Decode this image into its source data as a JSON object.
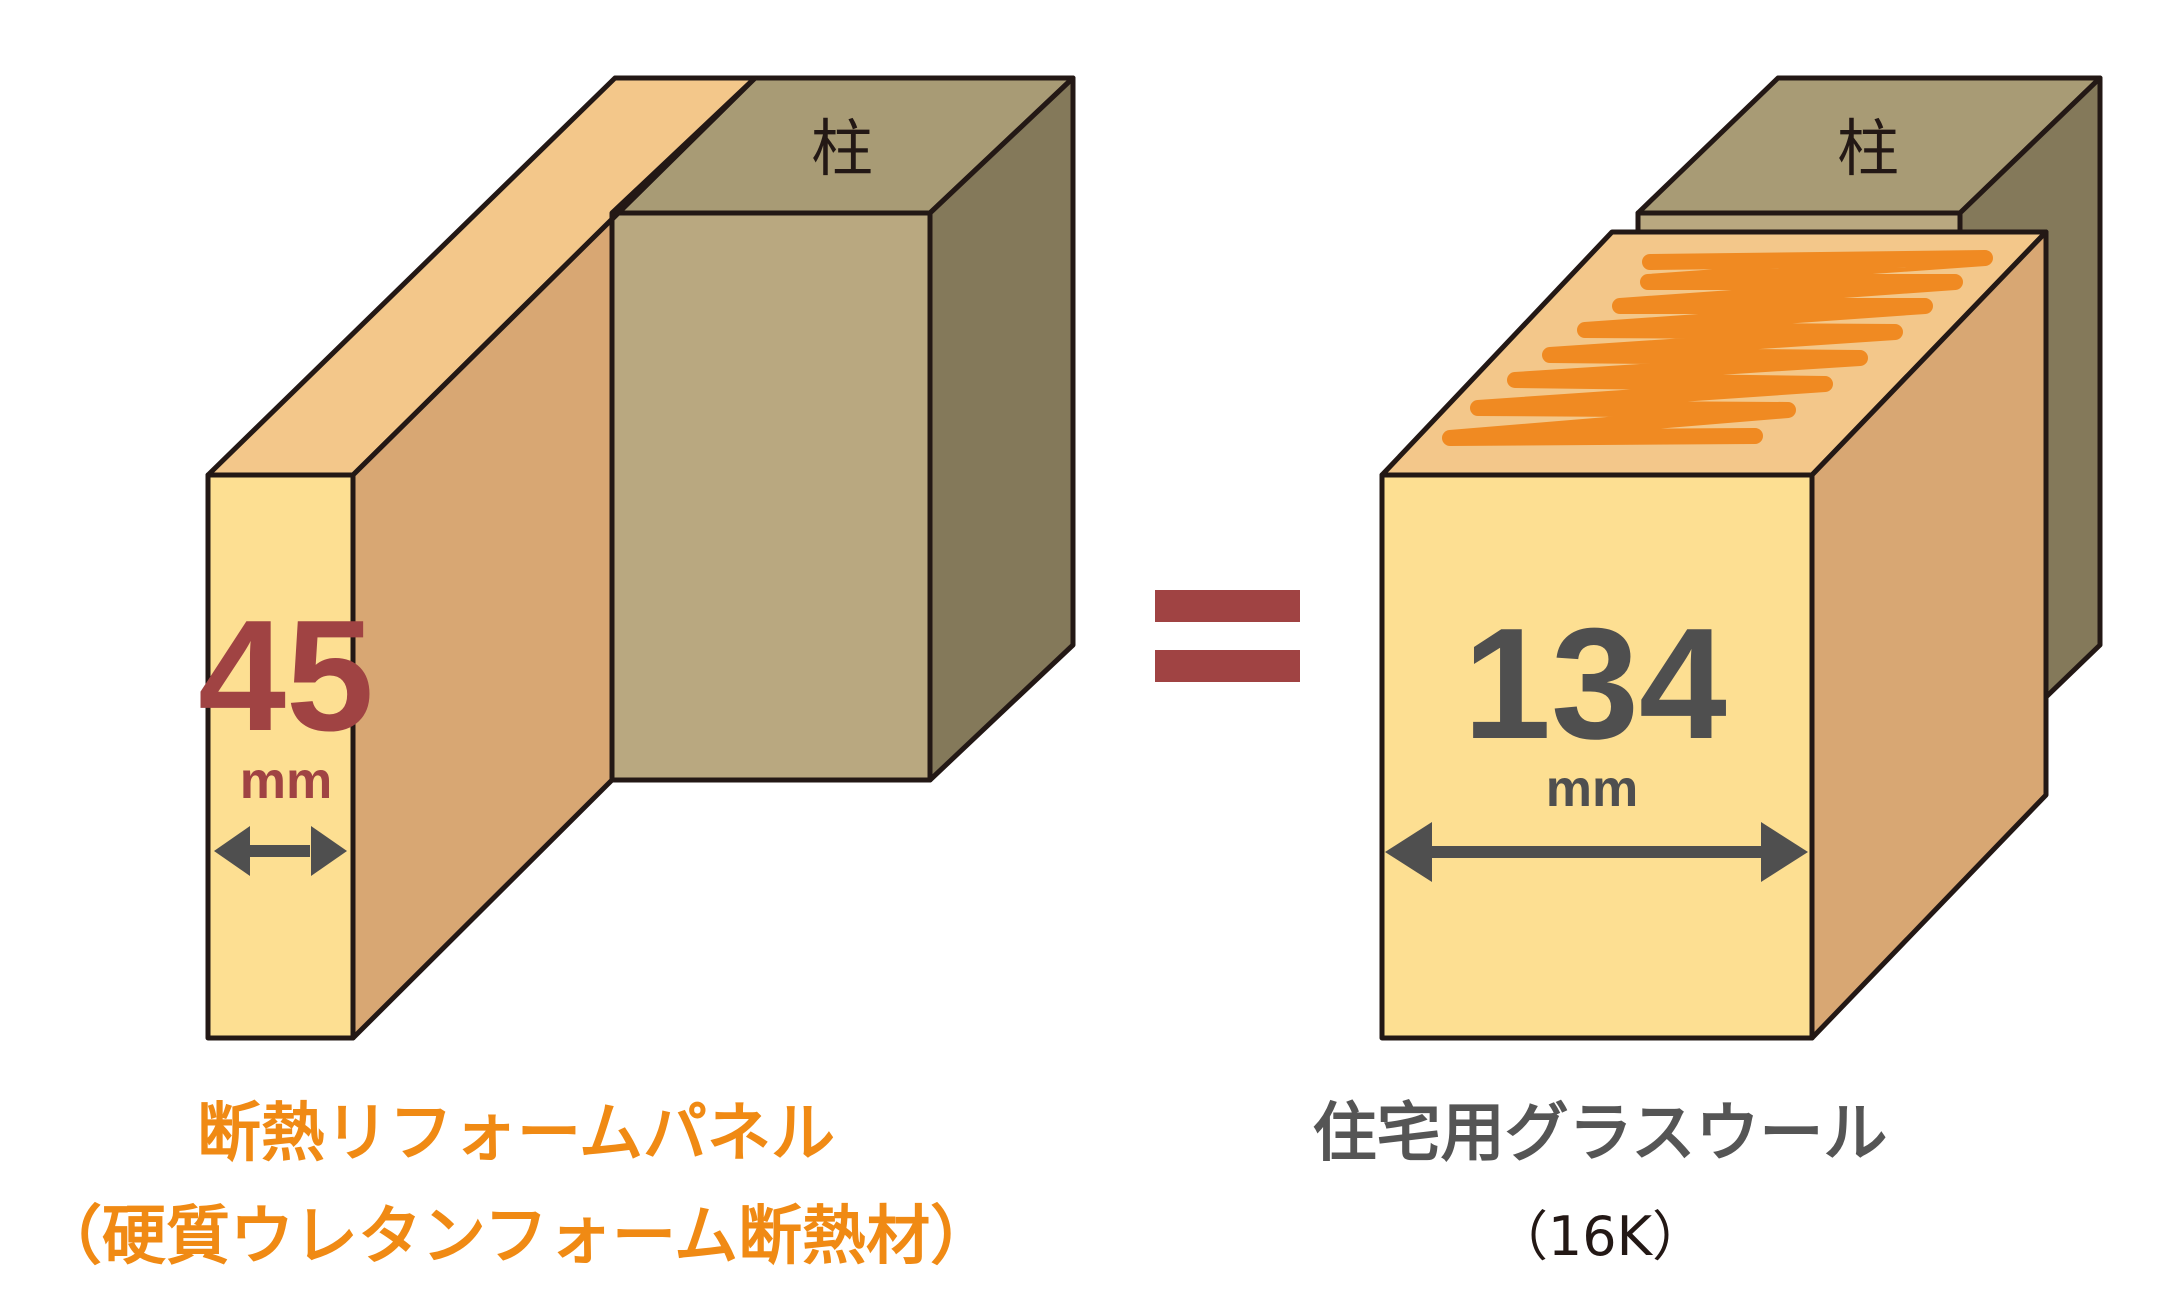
{
  "left": {
    "pillar_label": "柱",
    "thickness_value": "45",
    "thickness_unit": "mm",
    "caption_line1": "断熱リフォームパネル",
    "caption_line2": "（硬質ウレタンフォーム断熱材）"
  },
  "right": {
    "pillar_label": "柱",
    "thickness_value": "134",
    "thickness_unit": "mm",
    "caption_line1": "住宅用グラスウール",
    "caption_line2": "（16K）"
  },
  "colors": {
    "panel_face": "#FDDF92",
    "panel_top": "#F3C78A",
    "panel_side": "#D8A773",
    "pillar_top": "#A89B75",
    "pillar_face": "#B9A880",
    "pillar_side": "#84795A",
    "accent_red": "#A04343",
    "caption_orange": "#F08A14",
    "caption_gray": "#555555",
    "arrow_gray": "#4F4F4F",
    "squiggle_orange": "#F08A22"
  }
}
